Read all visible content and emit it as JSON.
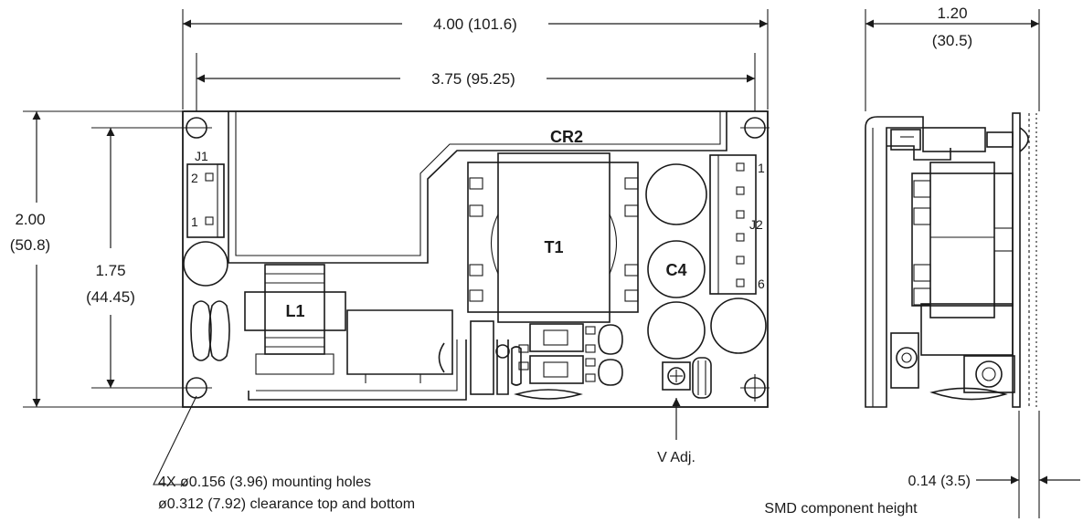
{
  "dimensions": {
    "width_overall": "4.00 (101.6)",
    "width_holes": "3.75 (95.25)",
    "height_overall_in": "2.00",
    "height_overall_mm": "(50.8)",
    "height_holes_in": "1.75",
    "height_holes_mm": "(44.45)",
    "depth_in": "1.20",
    "depth_mm": "(30.5)",
    "pcb_thickness": "0.14 (3.5)"
  },
  "components": {
    "cr2": "CR2",
    "t1": "T1",
    "c4": "C4",
    "l1": "L1",
    "j1": "J1",
    "j2": "J2"
  },
  "pins": {
    "j1_pin2": "2",
    "j1_pin1": "1",
    "j2_pin1": "1",
    "j2_pin6": "6"
  },
  "notes": {
    "mounting_line1": "4X ø0.156 (3.96) mounting holes",
    "mounting_line2": "ø0.312 (7.92) clearance top and bottom",
    "v_adj": "V Adj.",
    "smd_height": "SMD component height"
  }
}
